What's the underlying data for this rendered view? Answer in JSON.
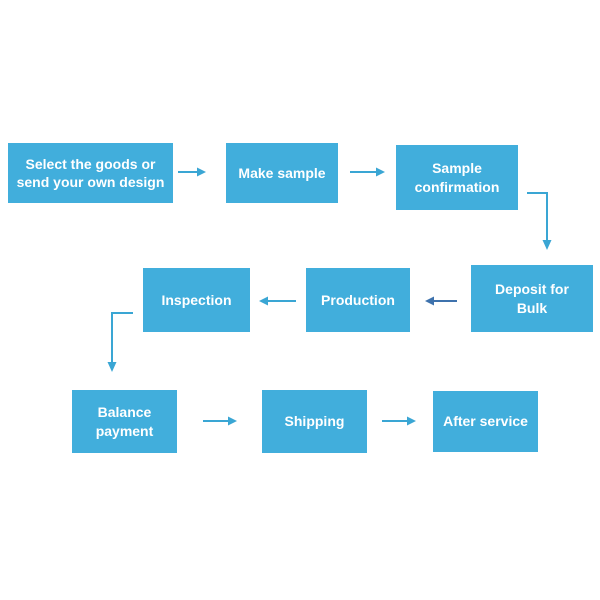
{
  "colors": {
    "background": "#ffffff",
    "box_fill": "#41aedc",
    "text": "#ffffff",
    "arrow_cyan": "#3aa6d4",
    "arrow_steel": "#3e72ad"
  },
  "steps": [
    {
      "id": "select-goods",
      "label": "Select the goods or\nsend your own design"
    },
    {
      "id": "make-sample",
      "label": "Make sample"
    },
    {
      "id": "sample-confirmation",
      "label": "Sample\nconfirmation"
    },
    {
      "id": "deposit-for-bulk",
      "label": "Deposit for\nBulk"
    },
    {
      "id": "production",
      "label": "Production"
    },
    {
      "id": "inspection",
      "label": "Inspection"
    },
    {
      "id": "balance-payment",
      "label": "Balance\npayment"
    },
    {
      "id": "shipping",
      "label": "Shipping"
    },
    {
      "id": "after-service",
      "label": "After service"
    }
  ],
  "connections": [
    {
      "from": "Select the goods or send your own design",
      "to": "Make sample"
    },
    {
      "from": "Make sample",
      "to": "Sample confirmation"
    },
    {
      "from": "Sample confirmation",
      "to": "Deposit for Bulk"
    },
    {
      "from": "Deposit for Bulk",
      "to": "Production"
    },
    {
      "from": "Production",
      "to": "Inspection"
    },
    {
      "from": "Inspection",
      "to": "Balance payment"
    },
    {
      "from": "Balance payment",
      "to": "Shipping"
    },
    {
      "from": "Shipping",
      "to": "After service"
    }
  ]
}
